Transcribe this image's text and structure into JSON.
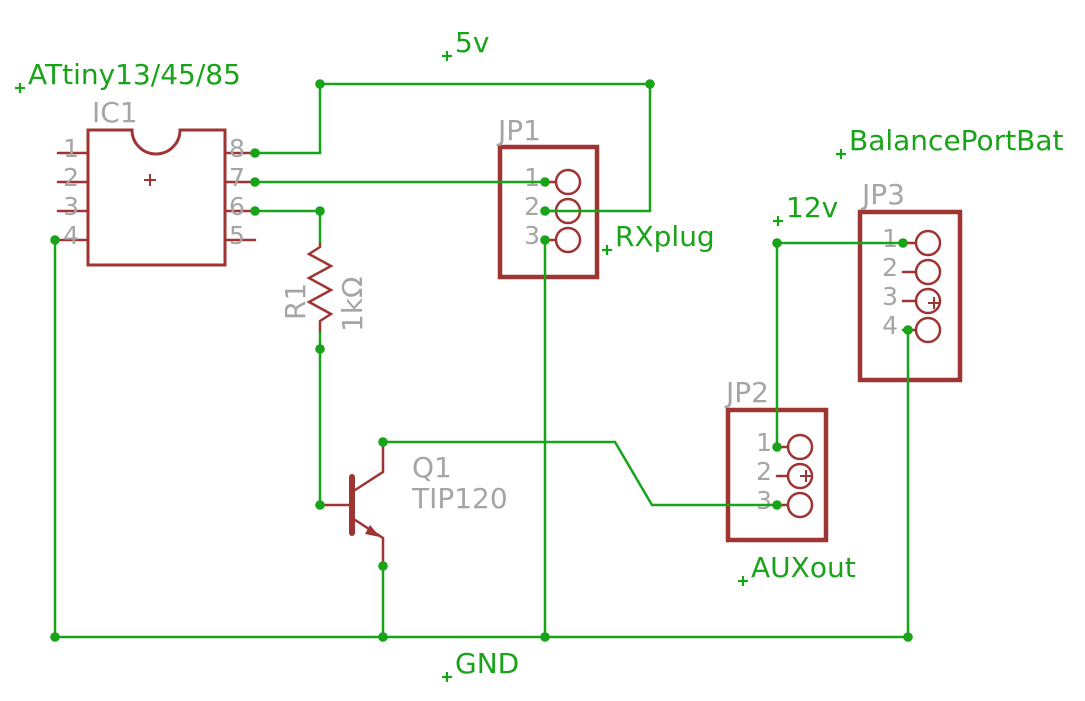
{
  "colors": {
    "background": "#ffffff",
    "wire": "#19a319",
    "component": "#9e3533",
    "label": "#a5a5a5",
    "net_text": "#19a319"
  },
  "components": {
    "ic1": {
      "name": "IC1",
      "value": "ATtiny13/45/85",
      "pins_left": [
        "1",
        "2",
        "3",
        "4"
      ],
      "pins_right": [
        "8",
        "7",
        "6",
        "5"
      ]
    },
    "jp1": {
      "name": "JP1",
      "net_label": "RXplug",
      "pins": [
        "1",
        "2",
        "3"
      ]
    },
    "jp2": {
      "name": "JP2",
      "net_label": "AUXout",
      "pins": [
        "1",
        "2",
        "3"
      ]
    },
    "jp3": {
      "name": "JP3",
      "net_label": "BalancePortBat",
      "pins": [
        "1",
        "2",
        "3",
        "4"
      ]
    },
    "r1": {
      "name": "R1",
      "value": "1kΩ"
    },
    "q1": {
      "name": "Q1",
      "value": "TIP120"
    }
  },
  "nets": {
    "v5": "5v",
    "v12": "12v",
    "gnd": "GND"
  }
}
